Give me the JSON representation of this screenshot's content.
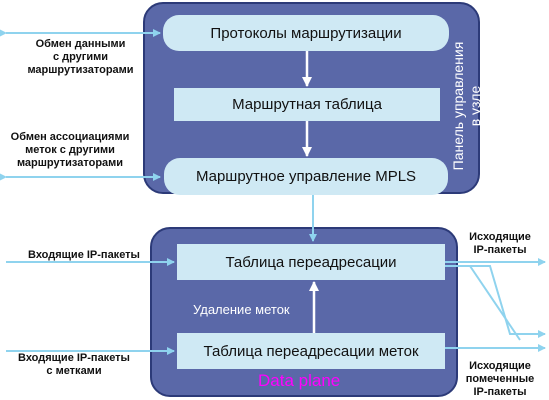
{
  "control_plane": {
    "routing_protocols": "Протоколы маршрутизации",
    "routing_table": "Маршрутная таблица",
    "mpls_management": "Маршрутное управление MPLS",
    "side_title_line1": "Панель управления",
    "side_title_line2": "в узле"
  },
  "data_plane": {
    "forwarding_table": "Таблица переадресации",
    "label_removal": "Удаление меток",
    "label_forwarding_table": "Таблица переадресации меток",
    "title": "Data plane"
  },
  "left_labels": {
    "data_exchange": [
      "Обмен данными",
      "с другими",
      "маршрутизаторами"
    ],
    "label_exchange": [
      "Обмен ассоциациями",
      "меток с другими",
      "маршрутизаторами"
    ],
    "incoming_ip": "Входящие IP-пакеты",
    "incoming_labeled": [
      "Входящие IP-пакеты",
      "с метками"
    ]
  },
  "right_labels": {
    "outgoing_ip": [
      "Исходящие",
      "IP-пакеты"
    ],
    "outgoing_labeled": [
      "Исходящие",
      "помеченные",
      "IP-пакеты"
    ]
  },
  "colors": {
    "panel": "#5a68a8",
    "box": "#cfe9f4",
    "arrow": "#8fd3ee",
    "white_arrow": "#ffffff",
    "data_plane_text": "#ff00ff"
  }
}
